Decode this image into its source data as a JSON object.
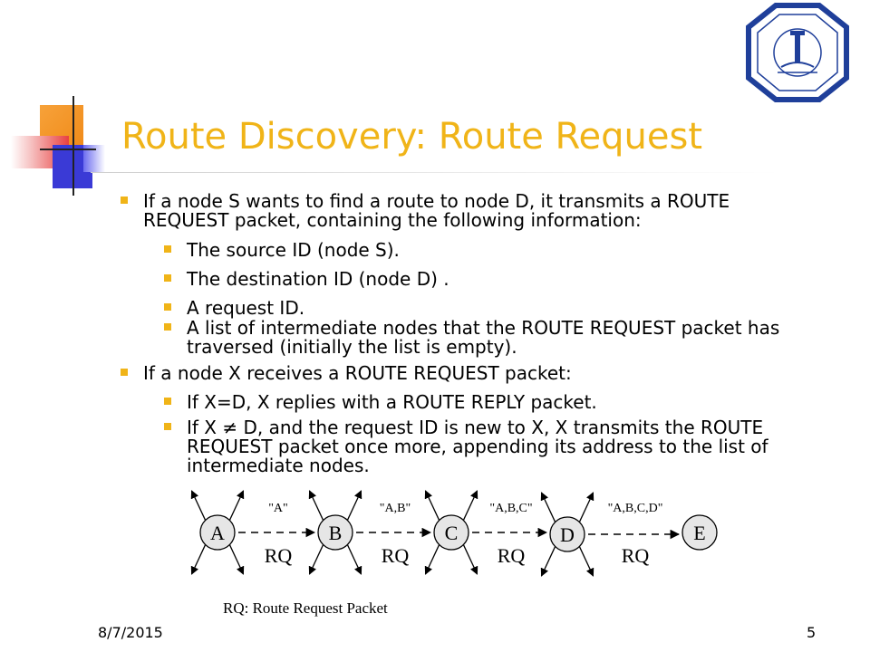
{
  "title": "Route Discovery: Route Request",
  "bullets": {
    "b1": "If a node S wants to find a route to node D, it transmits a ROUTE REQUEST packet, containing the following information:",
    "b1_sub": [
      "The source ID (node S).",
      "The destination ID (node D) .",
      "A request ID.",
      "A list of intermediate nodes that the ROUTE REQUEST packet has traversed (initially the list is empty)."
    ],
    "b2": "If a node X receives a ROUTE REQUEST packet:",
    "b2_sub": [
      "If X=D, X replies with a ROUTE REPLY packet.",
      "If X ≠ D, and the request ID is new to X, X transmits the ROUTE REQUEST packet once more, appending its address to the list of intermediate nodes."
    ]
  },
  "diagram": {
    "nodes": [
      "A",
      "B",
      "C",
      "D",
      "E"
    ],
    "lists": [
      "\"A\"",
      "\"A,B\"",
      "\"A,B,C\"",
      "\"A,B,C,D\""
    ],
    "link_label": "RQ",
    "caption": "RQ: Route Request Packet"
  },
  "footer": {
    "date": "8/7/2015",
    "page": "5"
  },
  "colors": {
    "title": "#f0b418",
    "bullet": "#f0b418",
    "logo_blue": "#1f3f9a"
  }
}
